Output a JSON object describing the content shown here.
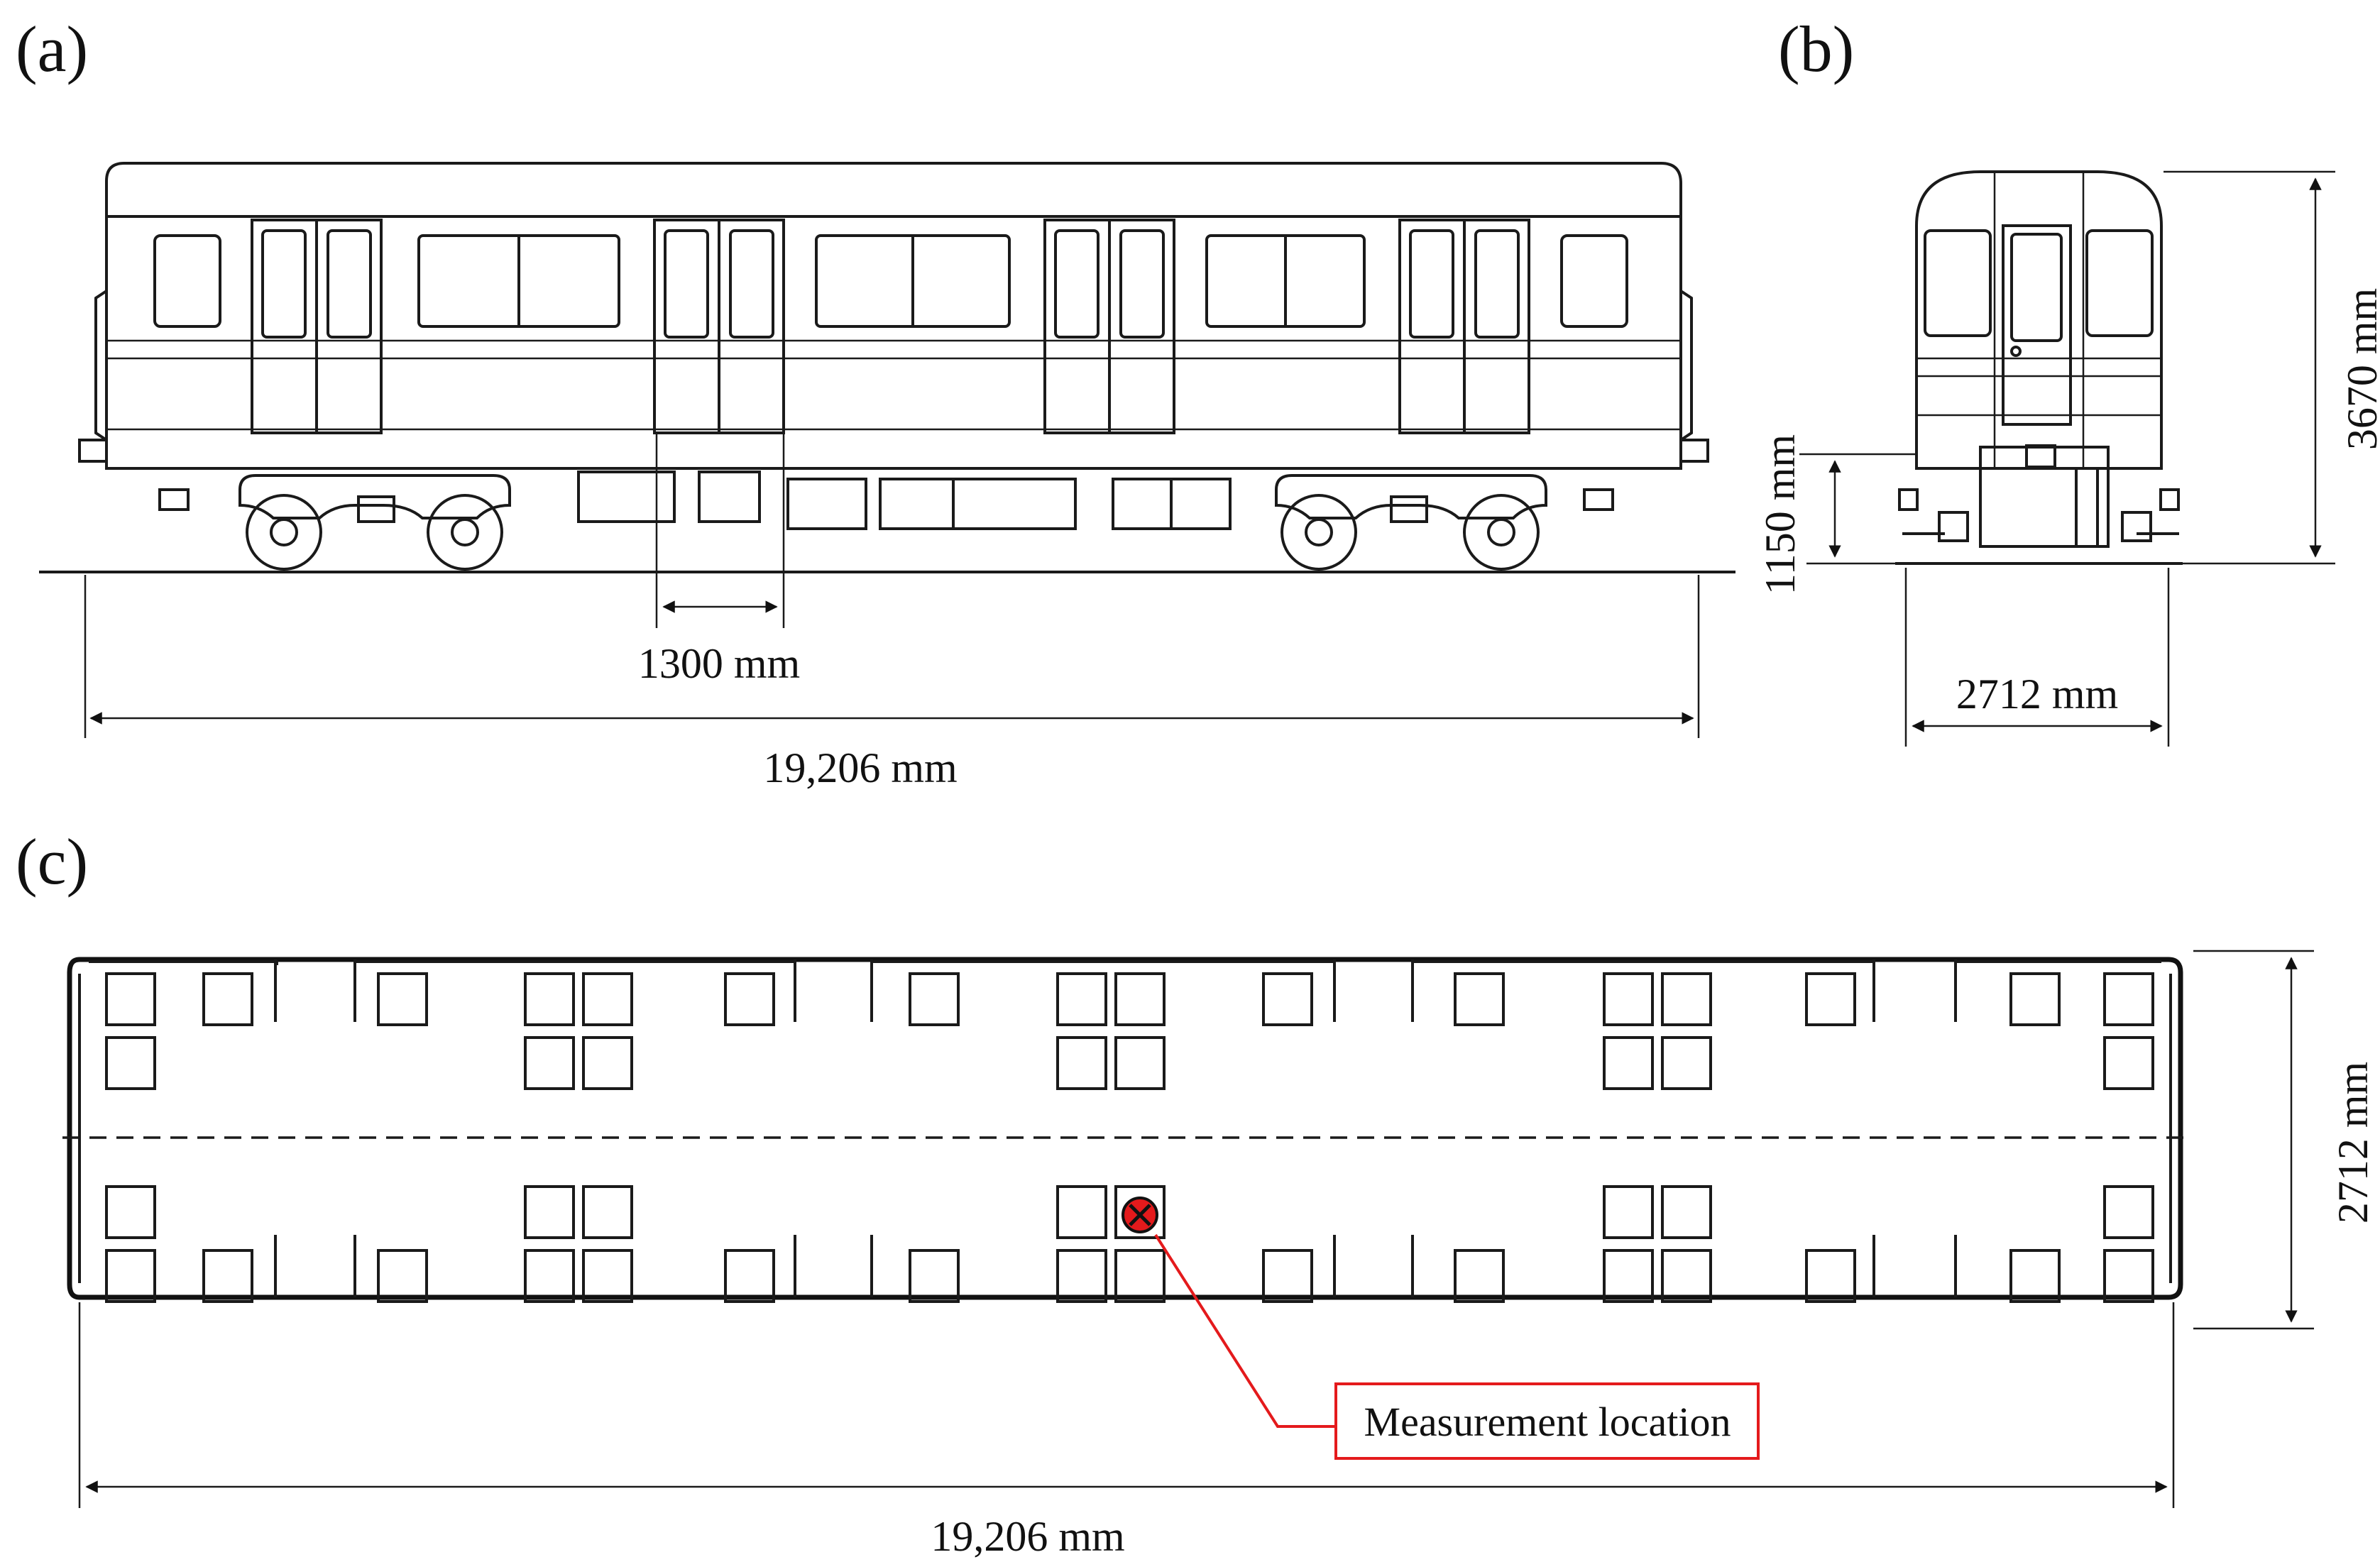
{
  "panels": {
    "a": "(a)",
    "b": "(b)",
    "c": "(c)"
  },
  "dimensions": {
    "door_width": "1300 mm",
    "car_length_side": "19,206 mm",
    "floor_height": "1150 mm",
    "car_height": "3670 mm",
    "car_width_front": "2712 mm",
    "car_width_plan": "2712 mm",
    "car_length_plan": "19,206 mm"
  },
  "annotations": {
    "measurement_location": "Measurement location"
  },
  "colors": {
    "line": "#1a1a1a",
    "highlight": "#e41a1c"
  }
}
